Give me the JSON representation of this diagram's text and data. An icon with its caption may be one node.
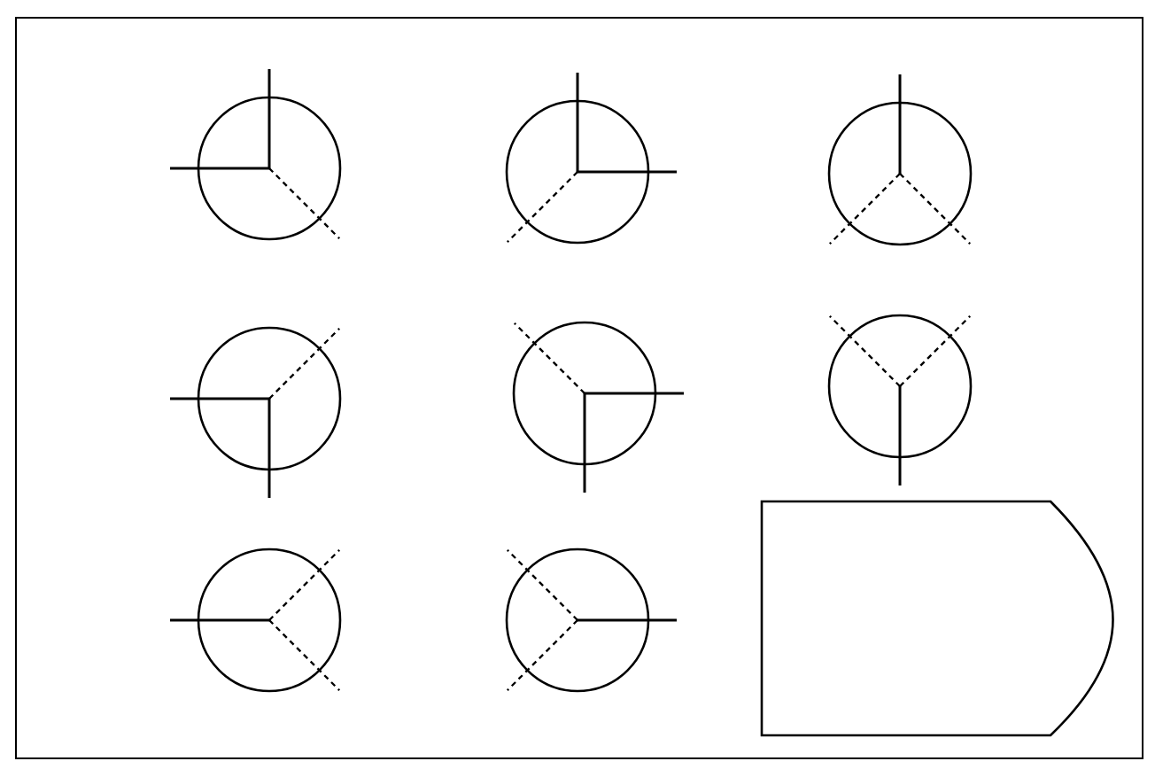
{
  "diagram": {
    "nodes": [
      {
        "text": [],
        "shape": "circle"
      },
      {
        "text": [],
        "shape": "circle"
      },
      {
        "text": [],
        "shape": "circle"
      },
      {
        "text": [],
        "shape": "circle"
      },
      {
        "text": [],
        "shape": "circle"
      },
      {
        "text": [],
        "shape": "circle"
      },
      {
        "text": [],
        "shape": "circle"
      },
      {
        "text": [],
        "shape": "circle"
      },
      {
        "text": [],
        "shape": "box"
      }
    ]
  }
}
